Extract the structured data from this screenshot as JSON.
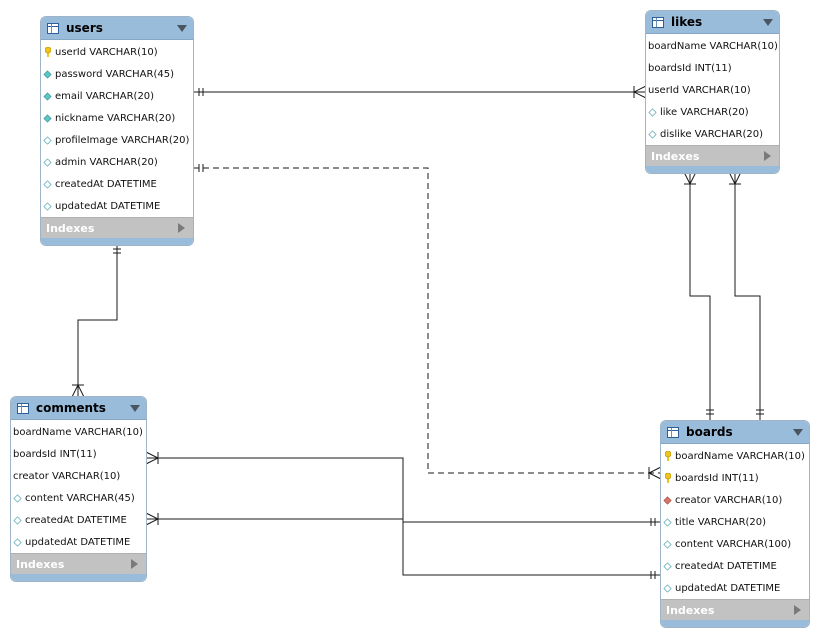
{
  "tables": {
    "users": {
      "title": "users",
      "indexes_label": "Indexes",
      "columns": [
        {
          "text": "userId VARCHAR(10)",
          "icon": "primary-key-icon"
        },
        {
          "text": "password VARCHAR(45)",
          "icon": "not-null-column-icon"
        },
        {
          "text": "email VARCHAR(20)",
          "icon": "not-null-column-icon"
        },
        {
          "text": "nickname VARCHAR(20)",
          "icon": "not-null-column-icon"
        },
        {
          "text": "profileImage VARCHAR(20)",
          "icon": "nullable-column-icon"
        },
        {
          "text": "admin VARCHAR(20)",
          "icon": "nullable-column-icon"
        },
        {
          "text": "createdAt DATETIME",
          "icon": "nullable-column-icon"
        },
        {
          "text": "updatedAt DATETIME",
          "icon": "nullable-column-icon"
        }
      ]
    },
    "likes": {
      "title": "likes",
      "indexes_label": "Indexes",
      "columns": [
        {
          "text": "boardName VARCHAR(10)",
          "icon": "none"
        },
        {
          "text": "boardsId INT(11)",
          "icon": "none"
        },
        {
          "text": "userId VARCHAR(10)",
          "icon": "none"
        },
        {
          "text": "like VARCHAR(20)",
          "icon": "nullable-column-icon"
        },
        {
          "text": "dislike VARCHAR(20)",
          "icon": "nullable-column-icon"
        }
      ]
    },
    "comments": {
      "title": "comments",
      "indexes_label": "Indexes",
      "columns": [
        {
          "text": "boardName VARCHAR(10)",
          "icon": "none"
        },
        {
          "text": "boardsId INT(11)",
          "icon": "none"
        },
        {
          "text": "creator VARCHAR(10)",
          "icon": "none"
        },
        {
          "text": "content VARCHAR(45)",
          "icon": "nullable-column-icon"
        },
        {
          "text": "createdAt DATETIME",
          "icon": "nullable-column-icon"
        },
        {
          "text": "updatedAt DATETIME",
          "icon": "nullable-column-icon"
        }
      ]
    },
    "boards": {
      "title": "boards",
      "indexes_label": "Indexes",
      "columns": [
        {
          "text": "boardName VARCHAR(10)",
          "icon": "primary-key-icon"
        },
        {
          "text": "boardsId INT(11)",
          "icon": "primary-key-icon"
        },
        {
          "text": "creator VARCHAR(10)",
          "icon": "foreign-key-icon"
        },
        {
          "text": "title VARCHAR(20)",
          "icon": "nullable-column-icon"
        },
        {
          "text": "content VARCHAR(100)",
          "icon": "nullable-column-icon"
        },
        {
          "text": "createdAt DATETIME",
          "icon": "nullable-column-icon"
        },
        {
          "text": "updatedAt DATETIME",
          "icon": "nullable-column-icon"
        }
      ]
    }
  },
  "relationships": [
    {
      "from": "users",
      "to": "likes",
      "type": "one-to-many",
      "style": "solid"
    },
    {
      "from": "users",
      "to": "boards",
      "type": "one-to-many",
      "style": "dashed"
    },
    {
      "from": "users",
      "to": "comments",
      "type": "one-to-many",
      "style": "solid"
    },
    {
      "from": "boards",
      "to": "likes",
      "type": "one-to-many",
      "style": "solid"
    },
    {
      "from": "boards",
      "to": "likes",
      "type": "one-to-many",
      "style": "solid"
    },
    {
      "from": "boards",
      "to": "comments",
      "type": "one-to-many",
      "style": "solid"
    },
    {
      "from": "boards",
      "to": "comments",
      "type": "one-to-many",
      "style": "solid"
    }
  ],
  "colors": {
    "header": "#99bcdb",
    "footer": "#c2c2c2",
    "primary_key": "#f0c419",
    "not_null": "#5cc6c6",
    "nullable": "#ffffff",
    "foreign_key": "#d9776b"
  }
}
